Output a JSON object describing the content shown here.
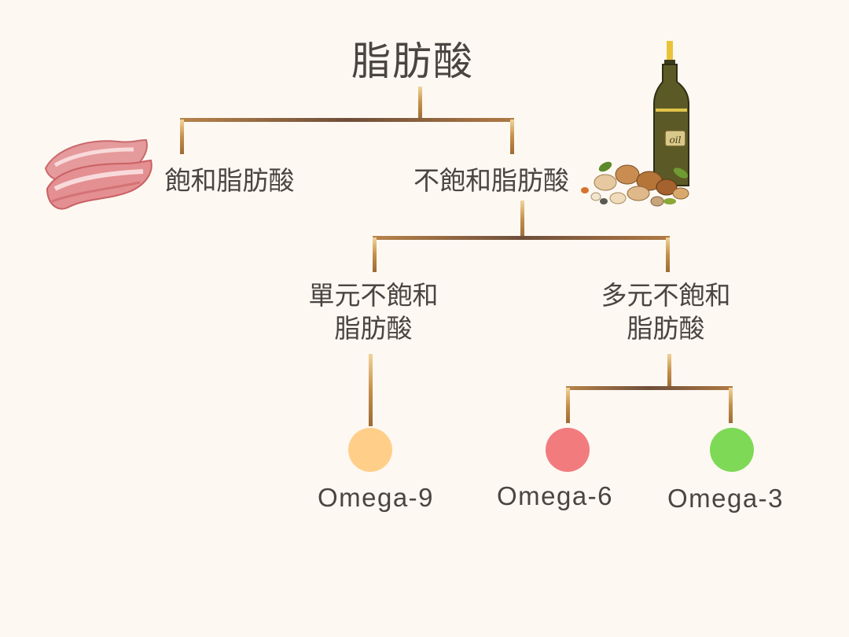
{
  "title": "脂肪酸",
  "nodes": {
    "saturated": "飽和脂肪酸",
    "unsaturated": "不飽和脂肪酸",
    "mono_line1": "單元不飽和",
    "mono_line2": "脂肪酸",
    "poly_line1": "多元不飽和",
    "poly_line2": "脂肪酸"
  },
  "omegas": [
    {
      "label": "Omega-9",
      "color": "#ffcf8a"
    },
    {
      "label": "Omega-6",
      "color": "#f27b7e"
    },
    {
      "label": "Omega-3",
      "color": "#7ed957"
    }
  ],
  "oil_label": "oil",
  "colors": {
    "background": "#fdf8f2",
    "text": "#4a4541",
    "connector_gold": "#c9964f",
    "connector_brown": "#6e4e3a"
  },
  "images": {
    "bacon": "bacon-icon",
    "oil_and_nuts": "olive-oil-bottle-with-nuts"
  }
}
